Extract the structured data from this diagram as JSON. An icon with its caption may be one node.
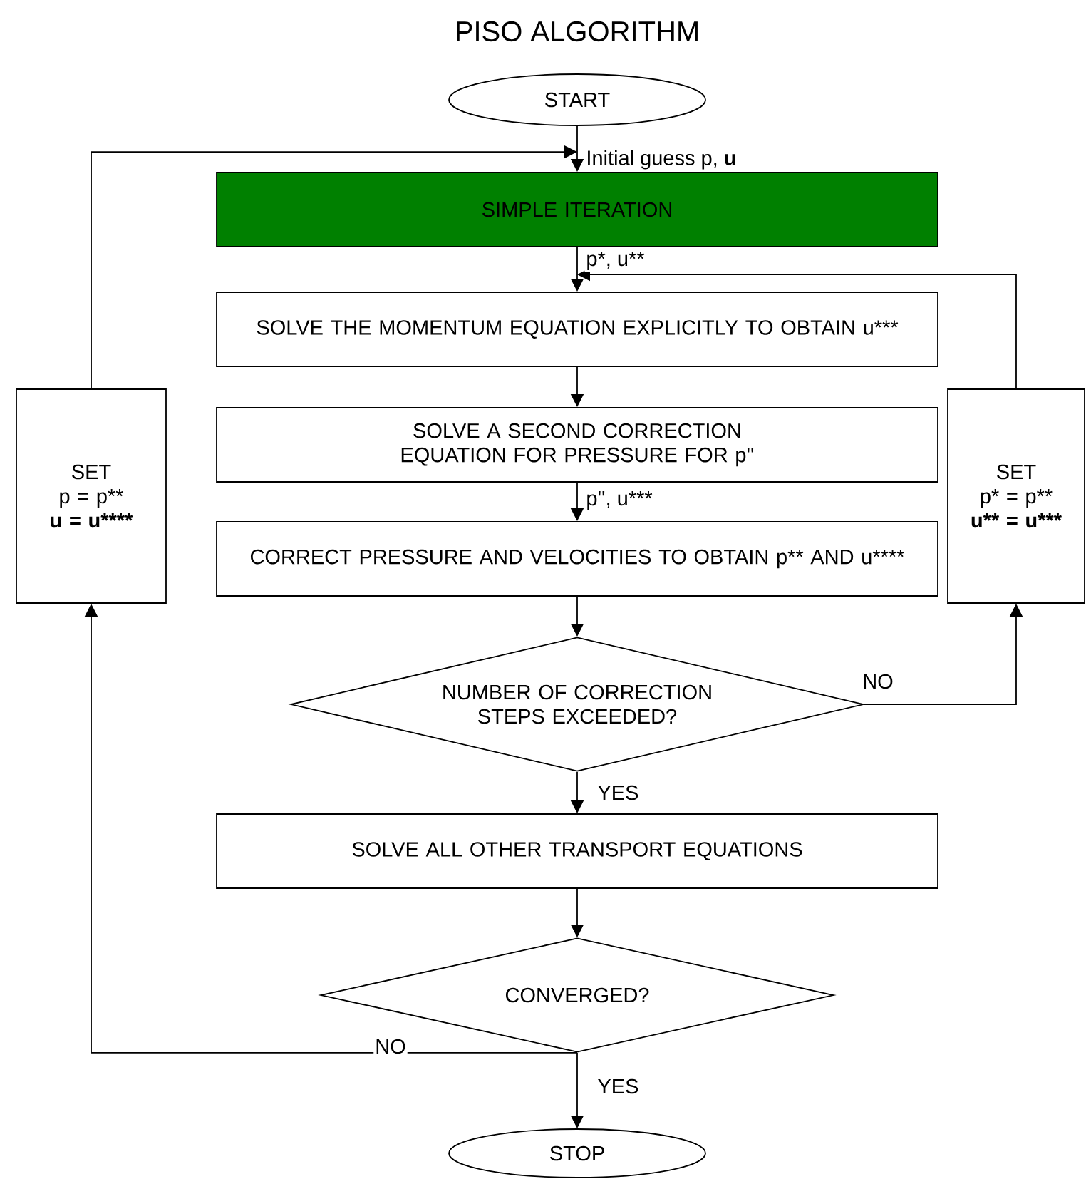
{
  "diagram": {
    "title": "PISO ALGORITHM",
    "nodes": [
      {
        "text": [
          "START"
        ]
      },
      {
        "text": [
          "SIMPLE ITERATION"
        ]
      },
      {
        "text": [
          "SOLVE THE MOMENTUM EQUATION EXPLICITLY TO OBTAIN u***"
        ]
      },
      {
        "text": [
          "SOLVE A SECOND CORRECTION EQUATION FOR PRESSURE FOR p''"
        ]
      },
      {
        "text": [
          "CORRECT PRESSURE AND VELOCITIES TO OBTAIN p** AND u****"
        ]
      },
      {
        "text": [
          "NUMBER OF CORRECTION STEPS EXCEEDED?"
        ]
      },
      {
        "text": [
          "SOLVE ALL OTHER TRANSPORT EQUATIONS"
        ]
      },
      {
        "text": [
          "CONVERGED?"
        ]
      },
      {
        "text": [
          "STOP"
        ]
      },
      {
        "text": [
          "SET",
          "p = p**",
          "u = u****"
        ]
      },
      {
        "text": [
          "SET",
          "p* = p**",
          "u** = u***"
        ]
      }
    ],
    "edges": [
      {
        "from": 0,
        "to": 1,
        "arrow": "to",
        "label": "Initial guess p, **u**"
      },
      {
        "from": 1,
        "to": 2,
        "arrow": "to",
        "label": "p*, u**"
      },
      {
        "from": 2,
        "to": 3,
        "arrow": "to"
      },
      {
        "from": 3,
        "to": 4,
        "arrow": "to",
        "label": "p'', u***"
      },
      {
        "from": 4,
        "to": 5,
        "arrow": "to"
      },
      {
        "from": 5,
        "to": 6,
        "arrow": "to",
        "label": "YES"
      },
      {
        "from": 5,
        "to": 10,
        "arrow": "to",
        "label": "NO"
      },
      {
        "from": 10,
        "to": 2,
        "arrow": "to"
      },
      {
        "from": 6,
        "to": 7,
        "arrow": "to"
      },
      {
        "from": 7,
        "to": 8,
        "arrow": "to",
        "label": "YES"
      },
      {
        "from": 7,
        "to": 9,
        "arrow": "to",
        "label": "NO"
      },
      {
        "from": 9,
        "to": 1,
        "arrow": "to"
      }
    ]
  }
}
